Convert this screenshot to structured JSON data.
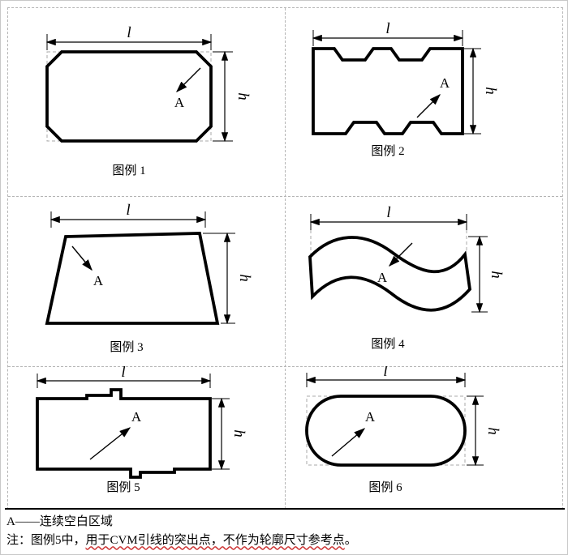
{
  "figures": [
    {
      "caption": "图例 1",
      "length_label": "l",
      "height_label": "h",
      "area_label": "A"
    },
    {
      "caption": "图例 2",
      "length_label": "l",
      "height_label": "h",
      "area_label": "A"
    },
    {
      "caption": "图例 3",
      "length_label": "l",
      "height_label": "h",
      "area_label": "A"
    },
    {
      "caption": "图例 4",
      "length_label": "l",
      "height_label": "h",
      "area_label": "A"
    },
    {
      "caption": "图例 5",
      "length_label": "l",
      "height_label": "h",
      "area_label": "A"
    },
    {
      "caption": "图例 6",
      "length_label": "l",
      "height_label": "h",
      "area_label": "A"
    }
  ],
  "footer": {
    "legend": "A——连续空白区域",
    "note_prefix": "注：图例5中，",
    "note_marked": "用于CVM引线的突出点，不作为轮廓尺寸参考点",
    "note_suffix": "。"
  },
  "colors": {
    "line": "#000000",
    "dashed_guide": "#a8a8a8",
    "spellcheck_underline": "#cc3333"
  }
}
